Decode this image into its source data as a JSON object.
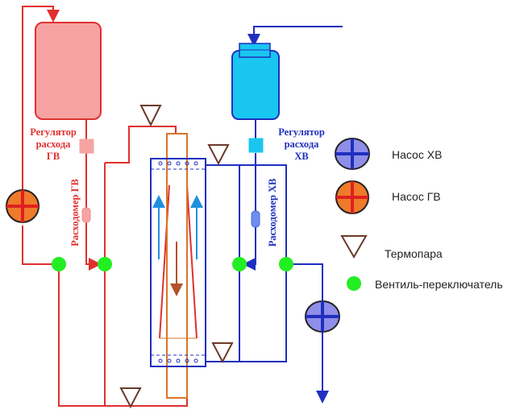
{
  "labels": {
    "regulator_hot": [
      "Регулятор",
      "расхода",
      "ГВ"
    ],
    "regulator_cold": [
      "Регулятор",
      "расхода",
      "ХВ"
    ],
    "flowmeter_hot": "Расходомер ГВ",
    "flowmeter_cold": "Расходомер ХВ"
  },
  "legend": {
    "cold_pump": "Насос ХВ",
    "hot_pump": "Насос ГВ",
    "thermocouple": "Термопара",
    "switch_valve": "Вентиль-переключатель"
  },
  "colors": {
    "hot": "#e03030",
    "hot_fill": "#f7a3a3",
    "cold": "#1f2fbf",
    "cold_fill": "#19c6f0",
    "valve": "#22ee22",
    "thermocouple": "#6b3a2a",
    "pump_hot_fill": "#ef7a2a",
    "pump_cold_fill": "#8f8ee8",
    "column": "#d9742a"
  }
}
